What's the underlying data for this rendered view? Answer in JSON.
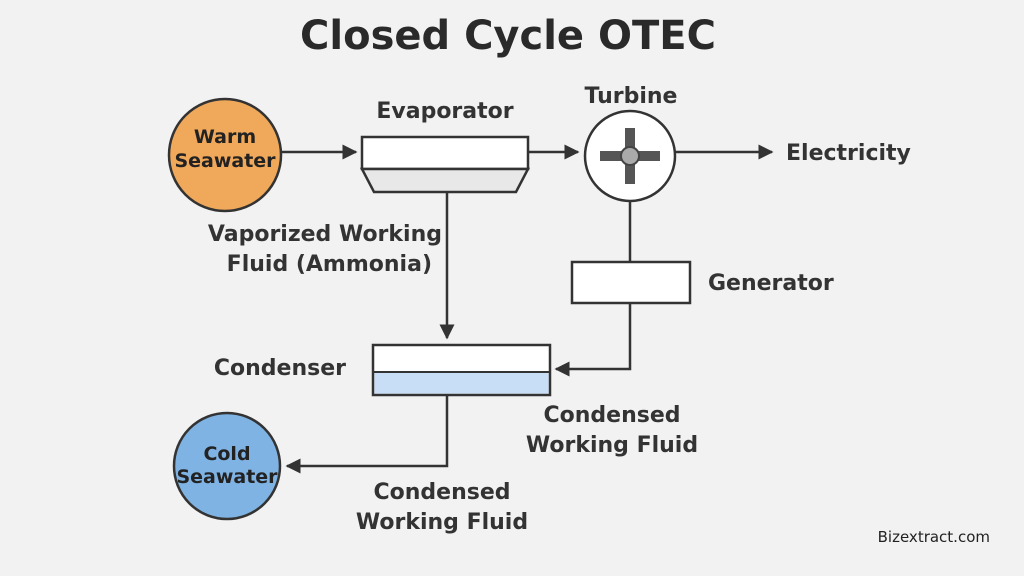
{
  "title": "Closed Cycle OTEC",
  "nodes": {
    "warm_seawater": {
      "line1": "Warm",
      "line2": "Seawater",
      "color": "#f0a85a"
    },
    "cold_seawater": {
      "line1": "Cold",
      "line2": "Seawater",
      "color": "#7fb3e3"
    },
    "evaporator": "Evaporator",
    "turbine": "Turbine",
    "electricity": "Electricity",
    "generator": "Generator",
    "condenser": "Condenser",
    "condenser_liquid_color": "#c8ddf6"
  },
  "edge_labels": {
    "vaporized_line1": "Vaporized Working",
    "vaporized_line2": "Fluid (Ammonia)",
    "condensed_right_line1": "Condensed",
    "condensed_right_line2": "Working Fluid",
    "condensed_bottom_line1": "Condensed",
    "condensed_bottom_line2": "Working Fluid"
  },
  "watermark": "Bizextract.com"
}
